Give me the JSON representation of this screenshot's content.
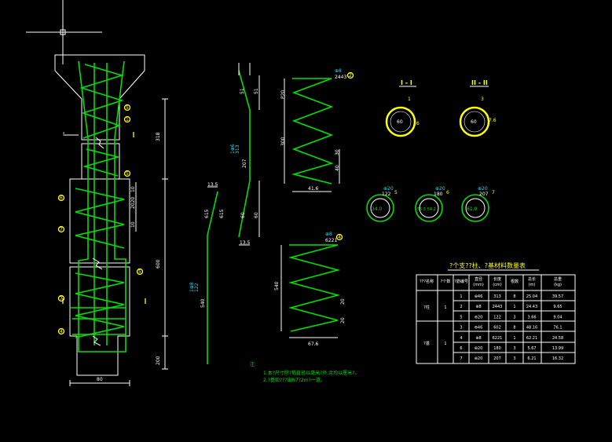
{
  "sections": {
    "s1": "I - I",
    "s2": "II - II",
    "cut": "I"
  },
  "elevation": {
    "marks": [
      "5",
      "1",
      "5",
      "6",
      "7",
      "5",
      "7",
      "4",
      "2",
      "3"
    ],
    "dims": {
      "top": "318",
      "mid": "600",
      "bot": "200",
      "width": "80",
      "side1": "2020",
      "side2": "10",
      "side3": "10"
    }
  },
  "bar1": {
    "dims": [
      "51",
      "51",
      "207",
      "60",
      "60",
      "13.5",
      "615",
      "615",
      "13.5",
      "540"
    ],
    "labels": {
      "l1": "313",
      "l2": "1⊕6",
      "l3": "1⊕8",
      "l4": "122"
    }
  },
  "spiral1": {
    "tag": "⊕8",
    "len": "2443",
    "mark": "2",
    "dims": [
      "P20",
      "300",
      "40",
      "30",
      "41.6"
    ]
  },
  "spiral2": {
    "tag": "⊕8",
    "len": "6221",
    "mark": "4",
    "dims": [
      "540",
      "67.6",
      "20",
      "20"
    ]
  },
  "rings": [
    {
      "mark": "1",
      "value": "60",
      "side": "16"
    },
    {
      "mark": "3",
      "value": "60",
      "side": "7.6"
    }
  ],
  "small_rings": [
    {
      "tag": "⊕20",
      "val": "122",
      "mark": "5",
      "inner": "34.0"
    },
    {
      "tag": "⊕20",
      "val": "180",
      "mark": "6",
      "inner": "55.5 54.2"
    },
    {
      "tag": "⊕20",
      "val": "207",
      "mark": "7",
      "inner": "61.0"
    }
  ],
  "table": {
    "title": "?个支??柱、?基材料数量表",
    "headers": [
      "???名称",
      "?个数",
      "?筋编号",
      "直径\n(mm)",
      "长度\n(cm)",
      "根数",
      "总长\n(m)",
      "总重\n(kg)"
    ],
    "groups": [
      {
        "name": "?柱",
        "count": "1",
        "rows": [
          [
            "1",
            "⊕46",
            "313",
            "8",
            "25.04",
            "39.57"
          ],
          [
            "2",
            "⊕8",
            "2443",
            "1",
            "24.43",
            "9.65"
          ],
          [
            "5",
            "⊕20",
            "122",
            "3",
            "3.66",
            "9.04"
          ]
        ]
      },
      {
        "name": "?基",
        "count": "1",
        "rows": [
          [
            "3",
            "⊕46",
            "602",
            "8",
            "48.16",
            "76.1"
          ],
          [
            "4",
            "⊕8",
            "6221",
            "1",
            "62.21",
            "24.58"
          ],
          [
            "6",
            "⊕20",
            "180",
            "3",
            "5.67",
            "13.99"
          ],
          [
            "7",
            "⊕20",
            "207",
            "3",
            "6.21",
            "16.32"
          ]
        ]
      }
    ]
  },
  "notes": {
    "label": "注:",
    "lines": [
      "1.本?尺寸除?筋直径以毫米?外,余均以厘米?。",
      "2.?基如???出N7?2m?一道。"
    ]
  }
}
